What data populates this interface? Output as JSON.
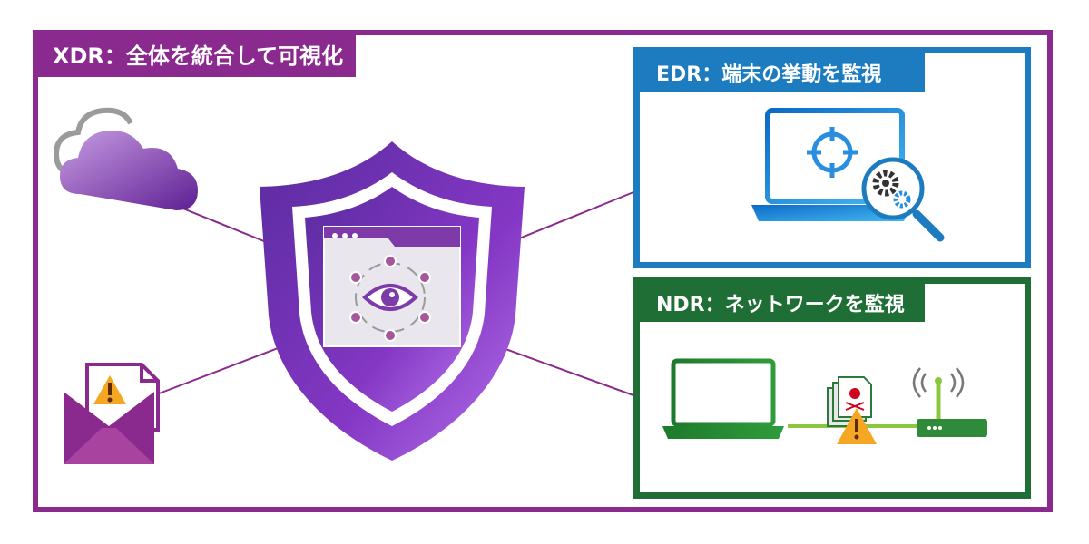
{
  "xdr": {
    "title": "XDR：全体を統合して可視化"
  },
  "edr": {
    "title": "EDR：端末の挙動を監視"
  },
  "ndr": {
    "title": "NDR：ネットワークを監視"
  },
  "colors": {
    "xdr_purple": "#8b2a8e",
    "edr_blue": "#1d7bc0",
    "ndr_green": "#1f6e35",
    "warning_orange": "#f5a623"
  },
  "icons": [
    "cloud-icon",
    "mail-warning-icon",
    "shield-icon",
    "eye-icon",
    "laptop-target-icon",
    "gear-magnifier-icon",
    "laptop-icon",
    "malware-document-icon",
    "router-icon"
  ]
}
